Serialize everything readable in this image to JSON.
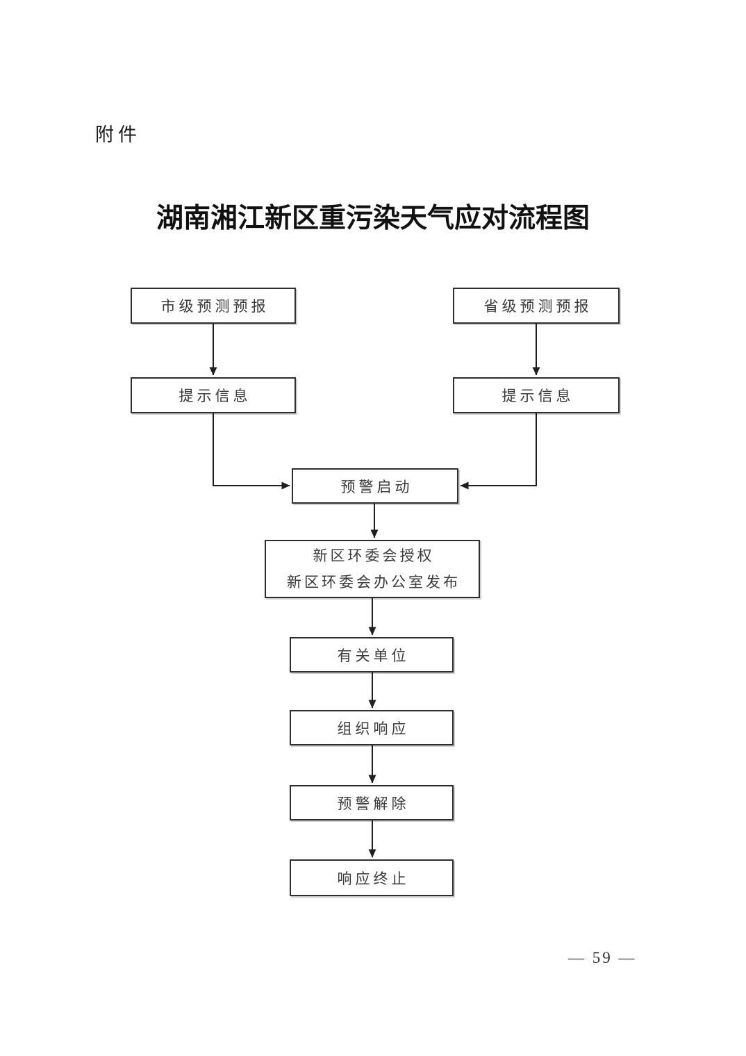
{
  "page": {
    "attachment_label": "附件",
    "title": "湖南湘江新区重污染天气应对流程图",
    "page_number": "— 59 —"
  },
  "flowchart": {
    "boxes": [
      {
        "id": "city-forecast",
        "label": "市级预测预报"
      },
      {
        "id": "province-forecast",
        "label": "省级预测预报"
      },
      {
        "id": "city-alert-info",
        "label": "提示信息"
      },
      {
        "id": "province-alert-info",
        "label": "提示信息"
      },
      {
        "id": "warning-start",
        "label": "预警启动"
      },
      {
        "id": "committee-authorization",
        "line1": "新区环委会授权",
        "line2": "新区环委会办公室发布"
      },
      {
        "id": "related-units",
        "label": "有关单位"
      },
      {
        "id": "organize-response",
        "label": "组织响应"
      },
      {
        "id": "warning-lift",
        "label": "预警解除"
      },
      {
        "id": "response-end",
        "label": "响应终止"
      }
    ],
    "colors": {
      "line": "#1f1f1f",
      "border": "#2e2e2e",
      "text": "#3a3a3a"
    }
  }
}
